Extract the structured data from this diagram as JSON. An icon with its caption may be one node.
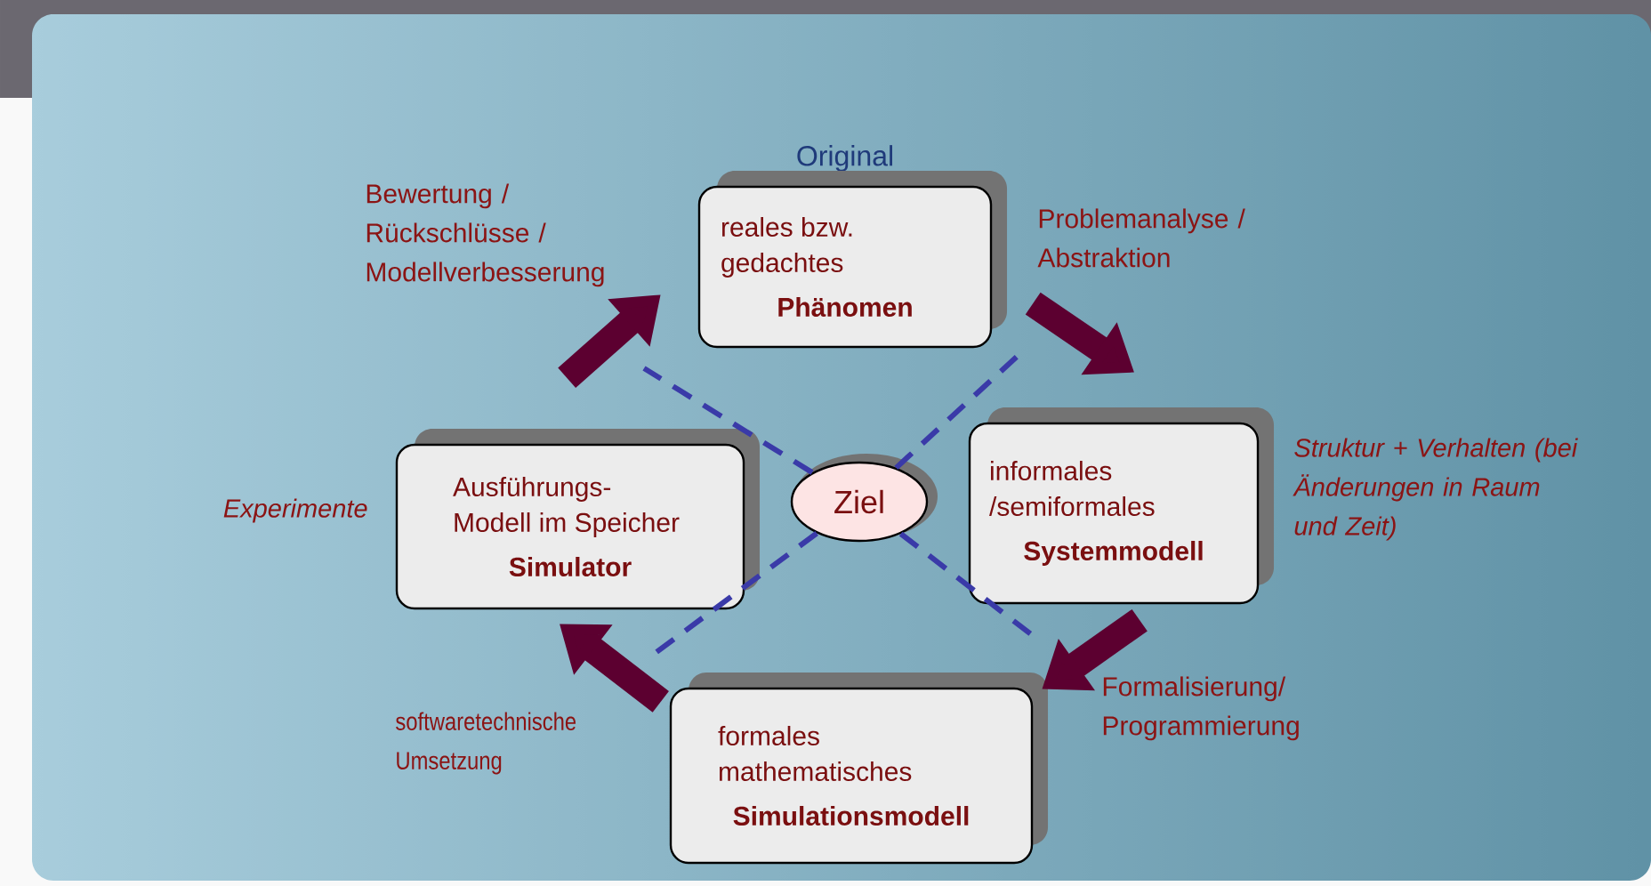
{
  "diagram": {
    "nodes": [
      {
        "text": [
          "Original",
          "reales bzw. gedachtes",
          "Phänomen"
        ]
      },
      {
        "text": [
          "informales /semiformales",
          "Systemmodell"
        ],
        "beside": [
          "Struktur + Verhalten (bei Änderungen in Raum und Zeit)"
        ]
      },
      {
        "text": [
          "formales mathematisches",
          "Simulationsmodell"
        ]
      },
      {
        "text": [
          "Ausführungs- Modell im Speicher",
          "Simulator"
        ],
        "beside": [
          "Experimente"
        ]
      },
      {
        "text": [
          "Ziel"
        ]
      }
    ],
    "edges": [
      {
        "from": 3,
        "to": 0,
        "arrow": "to",
        "label": "Bewertung / Rückschlüsse / Modellverbesserung",
        "style": "thick",
        "color": "#5c0030"
      },
      {
        "from": 0,
        "to": 1,
        "arrow": "to",
        "label": "Problemanalyse / Abstraktion",
        "style": "thick",
        "color": "#5c0030"
      },
      {
        "from": 1,
        "to": 2,
        "arrow": "to",
        "label": "Formalisierung/ Programmierung",
        "style": "thick",
        "color": "#5c0030"
      },
      {
        "from": 2,
        "to": 3,
        "arrow": "to",
        "label": "softwaretechnische Umsetzung",
        "style": "thick",
        "color": "#5c0030"
      },
      {
        "from": 4,
        "to": null,
        "arrow": "none",
        "style": "dashed",
        "color": "#3a3aa8"
      },
      {
        "from": 4,
        "to": null,
        "arrow": "none",
        "style": "dashed",
        "color": "#3a3aa8"
      },
      {
        "from": 4,
        "to": null,
        "arrow": "none",
        "style": "dashed",
        "color": "#3a3aa8"
      },
      {
        "from": 4,
        "to": null,
        "arrow": "none",
        "style": "dashed",
        "color": "#3a3aa8"
      }
    ]
  }
}
